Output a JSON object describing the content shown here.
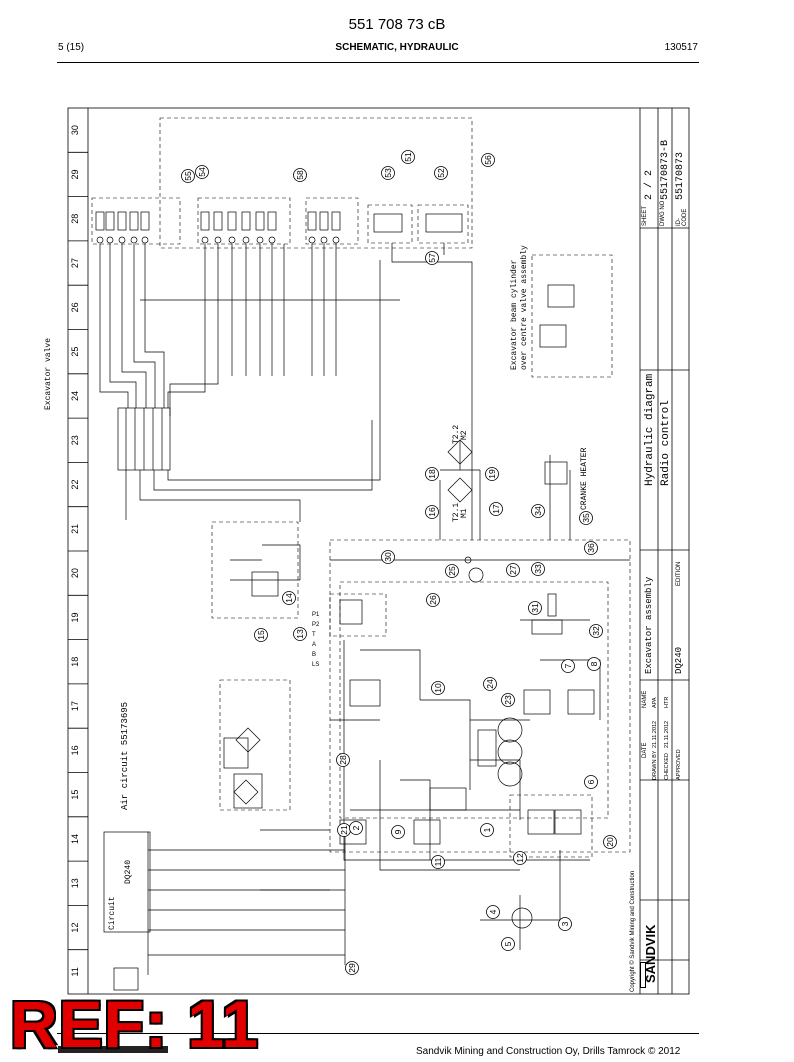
{
  "header": {
    "doc_number": "551 708 73 cB",
    "page": "5 (15)",
    "title": "SCHEMATIC, HYDRAULIC",
    "date": "130517"
  },
  "footer": {
    "company": "Sandvik Mining and Construction Oy, Drills Tamrock © 2012"
  },
  "reference_stamp": "REF: 11",
  "drawing": {
    "frame_columns": [
      "11",
      "12",
      "13",
      "14",
      "15",
      "16",
      "17",
      "18",
      "19",
      "20",
      "21",
      "22",
      "23",
      "24",
      "25",
      "26",
      "27",
      "28",
      "29",
      "30"
    ],
    "labels": {
      "excavator_valve": "Excavator valve",
      "air_circuit": "Air circuit 55173695",
      "beam_cylinder": "Excavator beam cylinder",
      "centre_valve": "over centre valve assembly",
      "oil_heater": "CRANKE HEATER",
      "t2_2": "T2.2",
      "t2_2_sub": "M2",
      "t2_1": "T2.1",
      "t2_1_sub": "M1",
      "dq_block": "DQ240",
      "circuit_list": "Circuit",
      "ports": [
        "P1",
        "P2",
        "T",
        "A",
        "B",
        "LS"
      ]
    },
    "callouts": [
      "51",
      "56",
      "53",
      "52",
      "55",
      "54",
      "58",
      "57",
      "18",
      "19",
      "16",
      "17",
      "34",
      "35",
      "36",
      "30",
      "25",
      "27",
      "33",
      "26",
      "14",
      "15",
      "13",
      "31",
      "32",
      "10",
      "24",
      "23",
      "7",
      "8",
      "28",
      "9",
      "1",
      "21",
      "2",
      "6",
      "20",
      "11",
      "12",
      "4",
      "3",
      "5",
      "29"
    ],
    "title_block": {
      "sheet_label": "SHEET",
      "sheet": "2 / 2",
      "dwg_label": "DWG NO",
      "dwg_no": "55170873-B",
      "id_label": "ID-CODE",
      "id_code": "55170873",
      "title_1": "Hydraulic diagram",
      "title_2": "Radio control",
      "assembly": "Excavator assembly",
      "model": "DQ240",
      "edition_label": "EDITION",
      "date_label": "DATE",
      "name_label": "NAME",
      "rows": [
        {
          "role": "DRAWN BY",
          "date": "21.11.2012",
          "name": "APA"
        },
        {
          "role": "CHECKED",
          "date": "21.11.2012",
          "name": "HTR"
        },
        {
          "role": "APPROVED",
          "date": "",
          "name": ""
        }
      ],
      "brand": "SANDVIK",
      "copyright": "Copyright © Sandvik Mining and Construction"
    }
  }
}
